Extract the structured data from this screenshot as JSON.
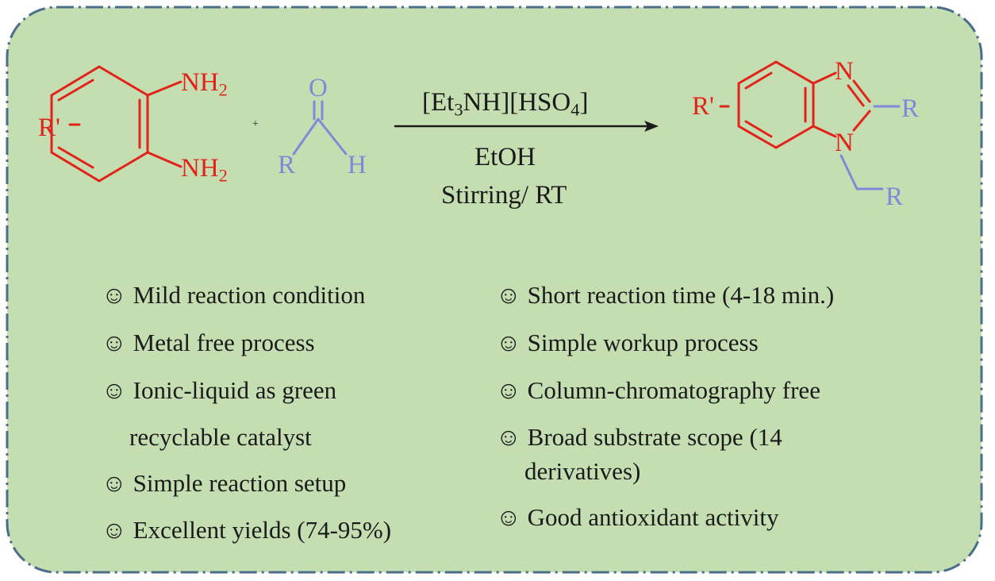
{
  "colors": {
    "background": "#c4deb2",
    "border": "#4a6e8a",
    "reactant_highlight": "#e2231a",
    "aldehyde_highlight": "#8088d8",
    "text": "#1a1a1a"
  },
  "scheme": {
    "diamine": {
      "substituent": "R'",
      "amine_top": "NH",
      "amine_bottom": "NH",
      "amine_subscript": "2"
    },
    "plus_sign": "+",
    "aldehyde": {
      "oxygen": "O",
      "r_group": "R",
      "hydrogen": "H"
    },
    "reagent": {
      "prefix": "[Et",
      "subscript_3": "3",
      "middle": "NH][HSO",
      "subscript_4": "4",
      "suffix": "]"
    },
    "solvent": "EtOH",
    "conditions": "Stirring/ RT",
    "product": {
      "substituent": "R'",
      "nitrogen_top": "N",
      "nitrogen_bottom": "N",
      "r_c2": "R",
      "r_n1": "R"
    }
  },
  "bullet_icon": "smiley-icon",
  "bullet_glyph": "☺",
  "features_left": [
    "Mild reaction condition",
    "Metal free process",
    "Ionic-liquid as green",
    "recyclable catalyst",
    "Simple  reaction setup",
    "Excellent yields (74-95%)"
  ],
  "features_right": [
    "Short reaction time (4-18 min.)",
    "Simple  workup process",
    "Column-chromatography free",
    "Broad substrate scope (14",
    "derivatives)",
    "Good antioxidant activity"
  ]
}
